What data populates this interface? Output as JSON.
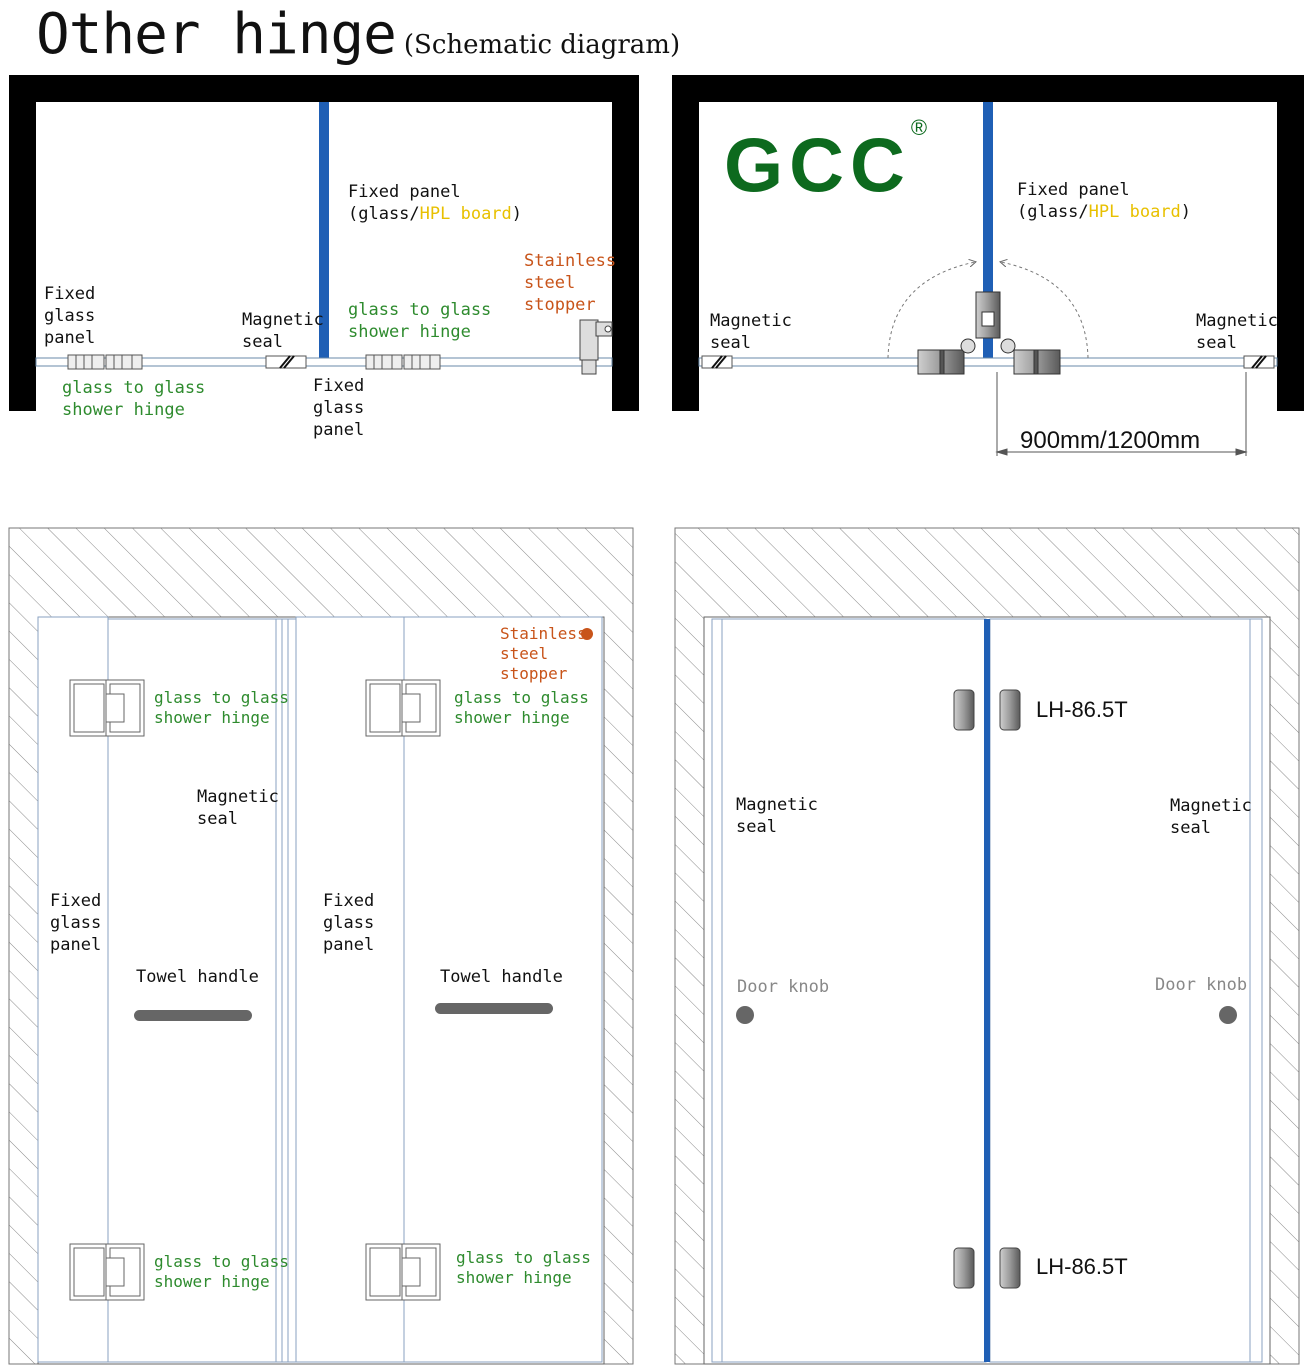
{
  "title": {
    "main": "Other hinge",
    "sub": "(Schematic diagram)"
  },
  "logo": {
    "text": "GCC",
    "reg": "®"
  },
  "colors": {
    "wall": "#000000",
    "blue": "#1f5fb5",
    "green": "#2e8b2e",
    "orange": "#c8541a",
    "yellow": "#e8c000",
    "gray": "#888888",
    "logo_green": "#0d6a1e"
  },
  "q1": {
    "fixed_panel_l1": "Fixed panel",
    "fixed_panel_l2_a": "(glass/",
    "fixed_panel_l2_b": "HPL board",
    "fixed_panel_l2_c": ")",
    "stopper_1": "Stainless",
    "stopper_2": "steel",
    "stopper_3": "stopper",
    "hinge_right_1": "glass to glass",
    "hinge_right_2": "shower hinge",
    "fixed_left_1": "Fixed",
    "fixed_left_2": "glass",
    "fixed_left_3": "panel",
    "magnetic_1": "Magnetic",
    "magnetic_2": "seal",
    "hinge_left_1": "glass to glass",
    "hinge_left_2": "shower hinge",
    "fixed_mid_1": "Fixed",
    "fixed_mid_2": "glass",
    "fixed_mid_3": "panel"
  },
  "q2": {
    "fixed_panel_l1": "Fixed panel",
    "fixed_panel_l2_a": "(glass/",
    "fixed_panel_l2_b": "HPL board",
    "fixed_panel_l2_c": ")",
    "mag_left_1": "Magnetic",
    "mag_left_2": "seal",
    "mag_right_1": "Magnetic",
    "mag_right_2": "seal",
    "dimension": "900mm/1200mm"
  },
  "q3": {
    "stopper_1": "Stainless",
    "stopper_2": "steel",
    "stopper_3": "stopper",
    "hinge_tl_1": "glass to glass",
    "hinge_tl_2": "shower hinge",
    "hinge_tr_1": "glass to glass",
    "hinge_tr_2": "shower hinge",
    "magnetic_1": "Magnetic",
    "magnetic_2": "seal",
    "fixed_l_1": "Fixed",
    "fixed_l_2": "glass",
    "fixed_l_3": "panel",
    "fixed_r_1": "Fixed",
    "fixed_r_2": "glass",
    "fixed_r_3": "panel",
    "towel_l": "Towel handle",
    "towel_r": "Towel handle",
    "hinge_bl_1": "glass to glass",
    "hinge_bl_2": "shower hinge",
    "hinge_br_1": "glass to glass",
    "hinge_br_2": "shower hinge"
  },
  "q4": {
    "model_top": "LH-86.5T",
    "model_bottom": "LH-86.5T",
    "mag_left_1": "Magnetic",
    "mag_left_2": "seal",
    "mag_right_1": "Magnetic",
    "mag_right_2": "seal",
    "knob_left": "Door knob",
    "knob_right": "Door knob"
  }
}
